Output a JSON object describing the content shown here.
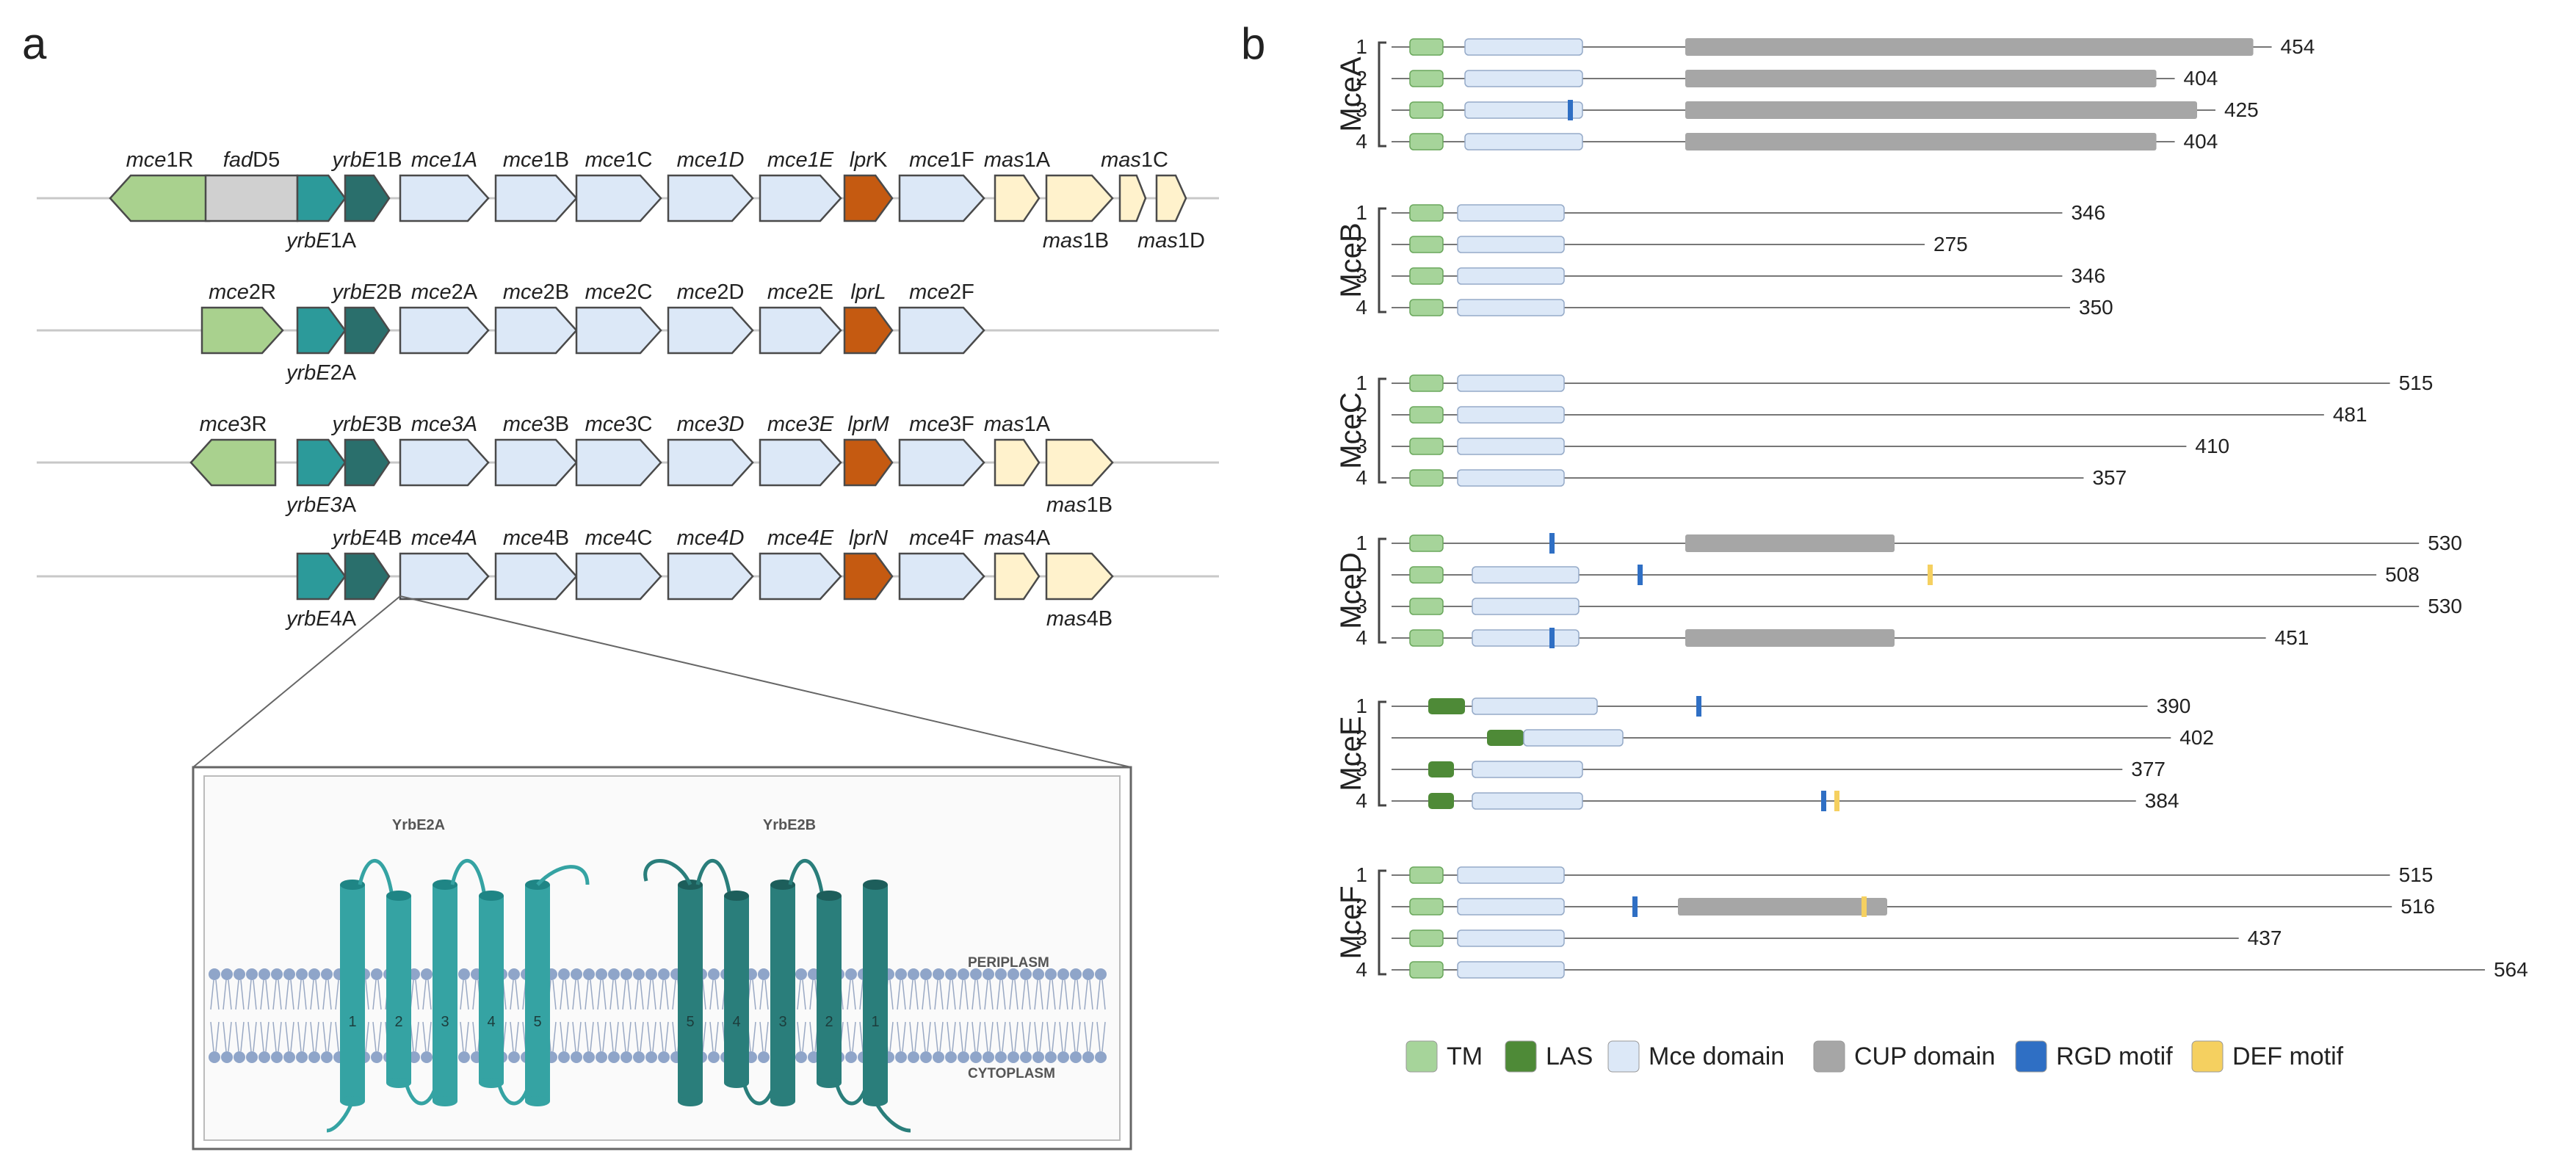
{
  "panel_a": {
    "label": "a",
    "rows": [
      {
        "genes": [
          {
            "name": "mce1R",
            "kind": "regulator",
            "dir": "left",
            "label": "mce1R",
            "italic_prefix": "mce",
            "pos": "top"
          },
          {
            "name": "fadD5",
            "kind": "grey",
            "dir": "rect",
            "label": "fadD5",
            "italic_prefix": "fad",
            "pos": "top"
          },
          {
            "name": "yrbE1A",
            "kind": "teal",
            "dir": "right",
            "label": "yrbE1A",
            "italic_prefix": "yrbE",
            "pos": "bottom"
          },
          {
            "name": "yrbE1B",
            "kind": "darkteal",
            "dir": "right",
            "label": "yrbE1B",
            "italic_prefix": "yrbE",
            "pos": "top"
          },
          {
            "name": "mce1A",
            "kind": "mce",
            "dir": "right",
            "label": "mce1A",
            "italic_prefix": "mce1A",
            "pos": "top"
          },
          {
            "name": "mce1B",
            "kind": "mce",
            "dir": "right",
            "label": "mce1B",
            "italic_prefix": "mce",
            "pos": "top"
          },
          {
            "name": "mce1C",
            "kind": "mce",
            "dir": "right",
            "label": "mce1C",
            "italic_prefix": "mce",
            "pos": "top"
          },
          {
            "name": "mce1D",
            "kind": "mce",
            "dir": "right",
            "label": "mce1D",
            "italic_prefix": "mce1D",
            "pos": "top"
          },
          {
            "name": "mce1E",
            "kind": "mce",
            "dir": "right",
            "label": "mce1E",
            "italic_prefix": "mce1E",
            "pos": "top"
          },
          {
            "name": "lprK",
            "kind": "lpr",
            "dir": "right",
            "label": "lprK",
            "italic_prefix": "lpr",
            "pos": "top"
          },
          {
            "name": "mce1F",
            "kind": "mce",
            "dir": "right",
            "label": "mce1F",
            "italic_prefix": "mce",
            "pos": "top"
          },
          {
            "name": "mas1A",
            "kind": "mas",
            "dir": "right",
            "label": "mas1A",
            "italic_prefix": "mas",
            "pos": "top"
          },
          {
            "name": "mas1B",
            "kind": "mas",
            "dir": "right",
            "label": "mas1B",
            "italic_prefix": "mas",
            "pos": "bottom"
          },
          {
            "name": "mas1C",
            "kind": "mas",
            "dir": "right",
            "label": "mas1C",
            "italic_prefix": "mas",
            "pos": "top"
          },
          {
            "name": "mas1D",
            "kind": "mas",
            "dir": "right",
            "label": "mas1D",
            "italic_prefix": "mas",
            "pos": "bottom"
          }
        ]
      },
      {
        "genes": [
          {
            "name": "mce2R",
            "kind": "regulator",
            "dir": "right",
            "label": "mce2R",
            "italic_prefix": "mce",
            "pos": "top"
          },
          {
            "name": "yrbE2A",
            "kind": "teal",
            "dir": "right",
            "label": "yrbE2A",
            "italic_prefix": "yrbE",
            "pos": "bottom"
          },
          {
            "name": "yrbE2B",
            "kind": "darkteal",
            "dir": "right",
            "label": "yrbE2B",
            "italic_prefix": "yrbE",
            "pos": "top"
          },
          {
            "name": "mce2A",
            "kind": "mce",
            "dir": "right",
            "label": "mce2A",
            "italic_prefix": "mce",
            "pos": "top"
          },
          {
            "name": "mce2B",
            "kind": "mce",
            "dir": "right",
            "label": "mce2B",
            "italic_prefix": "mce",
            "pos": "top"
          },
          {
            "name": "mce2C",
            "kind": "mce",
            "dir": "right",
            "label": "mce2C",
            "italic_prefix": "mce",
            "pos": "top"
          },
          {
            "name": "mce2D",
            "kind": "mce",
            "dir": "right",
            "label": "mce2D",
            "italic_prefix": "mce",
            "pos": "top"
          },
          {
            "name": "mce2E",
            "kind": "mce",
            "dir": "right",
            "label": "mce2E",
            "italic_prefix": "mce",
            "pos": "top"
          },
          {
            "name": "lprL",
            "kind": "lpr",
            "dir": "right",
            "label": "lprL",
            "italic_prefix": "lprL",
            "pos": "top"
          },
          {
            "name": "mce2F",
            "kind": "mce",
            "dir": "right",
            "label": "mce2F",
            "italic_prefix": "mce",
            "pos": "top"
          }
        ]
      },
      {
        "genes": [
          {
            "name": "mce3R",
            "kind": "regulator",
            "dir": "left",
            "label": "mce3R",
            "italic_prefix": "mce",
            "pos": "top"
          },
          {
            "name": "yrbE3A",
            "kind": "teal",
            "dir": "right",
            "label": "yrbE3A",
            "italic_prefix": "yrbE3",
            "pos": "bottom"
          },
          {
            "name": "yrbE3B",
            "kind": "darkteal",
            "dir": "right",
            "label": "yrbE3B",
            "italic_prefix": "yrbE",
            "pos": "top"
          },
          {
            "name": "mce3A",
            "kind": "mce",
            "dir": "right",
            "label": "mce3A",
            "italic_prefix": "mce3A",
            "pos": "top"
          },
          {
            "name": "mce3B",
            "kind": "mce",
            "dir": "right",
            "label": "mce3B",
            "italic_prefix": "mce",
            "pos": "top"
          },
          {
            "name": "mce3C",
            "kind": "mce",
            "dir": "right",
            "label": "mce3C",
            "italic_prefix": "mce",
            "pos": "top"
          },
          {
            "name": "mce3D",
            "kind": "mce",
            "dir": "right",
            "label": "mce3D",
            "italic_prefix": "mce3D",
            "pos": "top"
          },
          {
            "name": "mce3E",
            "kind": "mce",
            "dir": "right",
            "label": "mce3E",
            "italic_prefix": "mce3E",
            "pos": "top"
          },
          {
            "name": "lprM",
            "kind": "lpr",
            "dir": "right",
            "label": "lprM",
            "italic_prefix": "lprM",
            "pos": "top"
          },
          {
            "name": "mce3F",
            "kind": "mce",
            "dir": "right",
            "label": "mce3F",
            "italic_prefix": "mce",
            "pos": "top"
          },
          {
            "name": "mas1A",
            "kind": "mas",
            "dir": "right",
            "label": "mas1A",
            "italic_prefix": "mas",
            "pos": "top"
          },
          {
            "name": "mas1B",
            "kind": "mas",
            "dir": "right",
            "label": "mas1B",
            "italic_prefix": "mas",
            "pos": "bottom"
          }
        ]
      },
      {
        "genes": [
          {
            "name": "yrbE4A",
            "kind": "teal",
            "dir": "right",
            "label": "yrbE4A",
            "italic_prefix": "yrbE",
            "pos": "bottom"
          },
          {
            "name": "yrbE4B",
            "kind": "darkteal",
            "dir": "right",
            "label": "yrbE4B",
            "italic_prefix": "yrbE",
            "pos": "top"
          },
          {
            "name": "mce4A",
            "kind": "mce",
            "dir": "right",
            "label": "mce4A",
            "italic_prefix": "mce4A",
            "pos": "top"
          },
          {
            "name": "mce4B",
            "kind": "mce",
            "dir": "right",
            "label": "mce4B",
            "italic_prefix": "mce",
            "pos": "top"
          },
          {
            "name": "mce4C",
            "kind": "mce",
            "dir": "right",
            "label": "mce4C",
            "italic_prefix": "mce",
            "pos": "top"
          },
          {
            "name": "mce4D",
            "kind": "mce",
            "dir": "right",
            "label": "mce4D",
            "italic_prefix": "mce4D",
            "pos": "top"
          },
          {
            "name": "mce4E",
            "kind": "mce",
            "dir": "right",
            "label": "mce4E",
            "italic_prefix": "mce4E",
            "pos": "top"
          },
          {
            "name": "lprN",
            "kind": "lpr",
            "dir": "right",
            "label": "lprN",
            "italic_prefix": "lprN",
            "pos": "top"
          },
          {
            "name": "mce4F",
            "kind": "mce",
            "dir": "right",
            "label": "mce4F",
            "italic_prefix": "mce",
            "pos": "top"
          },
          {
            "name": "mas4A",
            "kind": "mas",
            "dir": "right",
            "label": "mas4A",
            "italic_prefix": "mas",
            "pos": "top"
          },
          {
            "name": "mas4B",
            "kind": "mas",
            "dir": "right",
            "label": "mas4B",
            "italic_prefix": "mas",
            "pos": "bottom"
          }
        ]
      }
    ],
    "inset": {
      "protein_left": "YrbE2A",
      "protein_right": "YrbE2B",
      "periplasm": "PERIPLASM",
      "cytoplasm": "CYTOPLASM",
      "helices_left": [
        "1",
        "2",
        "3",
        "4",
        "5"
      ],
      "helices_right": [
        "5",
        "4",
        "3",
        "2",
        "1"
      ]
    }
  },
  "panel_b": {
    "label": "b",
    "max_length": 564,
    "families": [
      {
        "name": "MceA",
        "proteins": [
          {
            "id": "1",
            "length": 454,
            "tm": true,
            "las": false,
            "mce": true,
            "cup": true,
            "rgd": [],
            "def": []
          },
          {
            "id": "2",
            "length": 404,
            "tm": true,
            "las": false,
            "mce": true,
            "cup": true,
            "rgd": [],
            "def": []
          },
          {
            "id": "3",
            "length": 425,
            "tm": true,
            "las": false,
            "mce": true,
            "cup": true,
            "rgd": [
              1
            ],
            "def": []
          },
          {
            "id": "4",
            "length": 404,
            "tm": true,
            "las": false,
            "mce": true,
            "cup": true,
            "rgd": [],
            "def": []
          }
        ]
      },
      {
        "name": "MceB",
        "proteins": [
          {
            "id": "1",
            "length": 346,
            "tm": true,
            "las": false,
            "mce": true,
            "cup": false,
            "rgd": [],
            "def": []
          },
          {
            "id": "2",
            "length": 275,
            "tm": true,
            "las": false,
            "mce": true,
            "cup": false,
            "rgd": [],
            "def": []
          },
          {
            "id": "3",
            "length": 346,
            "tm": true,
            "las": false,
            "mce": true,
            "cup": false,
            "rgd": [],
            "def": []
          },
          {
            "id": "4",
            "length": 350,
            "tm": true,
            "las": false,
            "mce": true,
            "cup": false,
            "rgd": [],
            "def": []
          }
        ]
      },
      {
        "name": "MceC",
        "proteins": [
          {
            "id": "1",
            "length": 515,
            "tm": true,
            "las": false,
            "mce": true,
            "cup": false,
            "rgd": [],
            "def": []
          },
          {
            "id": "2",
            "length": 481,
            "tm": true,
            "las": false,
            "mce": true,
            "cup": false,
            "rgd": [],
            "def": []
          },
          {
            "id": "3",
            "length": 410,
            "tm": true,
            "las": false,
            "mce": true,
            "cup": false,
            "rgd": [],
            "def": []
          },
          {
            "id": "4",
            "length": 357,
            "tm": true,
            "las": false,
            "mce": true,
            "cup": false,
            "rgd": [],
            "def": []
          }
        ]
      },
      {
        "name": "MceD",
        "proteins": [
          {
            "id": "1",
            "length": 530,
            "tm": true,
            "las": false,
            "mce": false,
            "cup": true,
            "rgd": [
              1
            ],
            "def": []
          },
          {
            "id": "2",
            "length": 508,
            "tm": true,
            "las": false,
            "mce": true,
            "cup": false,
            "rgd": [
              1
            ],
            "def": [
              1
            ]
          },
          {
            "id": "3",
            "length": 530,
            "tm": true,
            "las": false,
            "mce": true,
            "cup": false,
            "rgd": [],
            "def": []
          },
          {
            "id": "4",
            "length": 451,
            "tm": true,
            "las": false,
            "mce": true,
            "cup": true,
            "rgd": [
              1
            ],
            "def": []
          }
        ]
      },
      {
        "name": "MceE",
        "proteins": [
          {
            "id": "1",
            "length": 390,
            "tm": false,
            "las": true,
            "mce": true,
            "cup": false,
            "rgd": [
              1
            ],
            "def": []
          },
          {
            "id": "2",
            "length": 402,
            "tm": false,
            "las": true,
            "mce": true,
            "cup": false,
            "rgd": [],
            "def": []
          },
          {
            "id": "3",
            "length": 377,
            "tm": false,
            "las": true,
            "mce": true,
            "cup": false,
            "rgd": [],
            "def": []
          },
          {
            "id": "4",
            "length": 384,
            "tm": false,
            "las": true,
            "mce": true,
            "cup": false,
            "rgd": [
              1
            ],
            "def": [
              1
            ]
          }
        ]
      },
      {
        "name": "MceF",
        "proteins": [
          {
            "id": "1",
            "length": 515,
            "tm": true,
            "las": false,
            "mce": true,
            "cup": false,
            "rgd": [],
            "def": []
          },
          {
            "id": "2",
            "length": 516,
            "tm": true,
            "las": false,
            "mce": true,
            "cup": true,
            "rgd": [
              1
            ],
            "def": [
              1
            ]
          },
          {
            "id": "3",
            "length": 437,
            "tm": true,
            "las": false,
            "mce": true,
            "cup": false,
            "rgd": [],
            "def": []
          },
          {
            "id": "4",
            "length": 564,
            "tm": true,
            "las": false,
            "mce": true,
            "cup": false,
            "rgd": [],
            "def": []
          }
        ]
      }
    ],
    "legend": [
      {
        "key": "tm",
        "label": "TM",
        "color": "#a6d49a"
      },
      {
        "key": "las",
        "label": "LAS",
        "color": "#4e8a37"
      },
      {
        "key": "mce",
        "label": "Mce domain",
        "color": "#dce8f7"
      },
      {
        "key": "cup",
        "label": "CUP domain",
        "color": "#a6a6a6"
      },
      {
        "key": "rgd",
        "label": "RGD motif",
        "color": "#2f6fc4"
      },
      {
        "key": "def",
        "label": "DEF motif",
        "color": "#f5d060"
      }
    ]
  },
  "colors": {
    "regulator": "#a9d18e",
    "grey": "#d0d0d0",
    "teal": "#2c9a9a",
    "darkteal": "#2a6f6c",
    "mce": "#dce8f7",
    "lpr": "#c55a11",
    "mas": "#fff2cc",
    "outline": "#4a4a4a",
    "membrane": "#8fa5c9",
    "helix": "#35a3a3",
    "helix_dark": "#2a7e7b"
  }
}
